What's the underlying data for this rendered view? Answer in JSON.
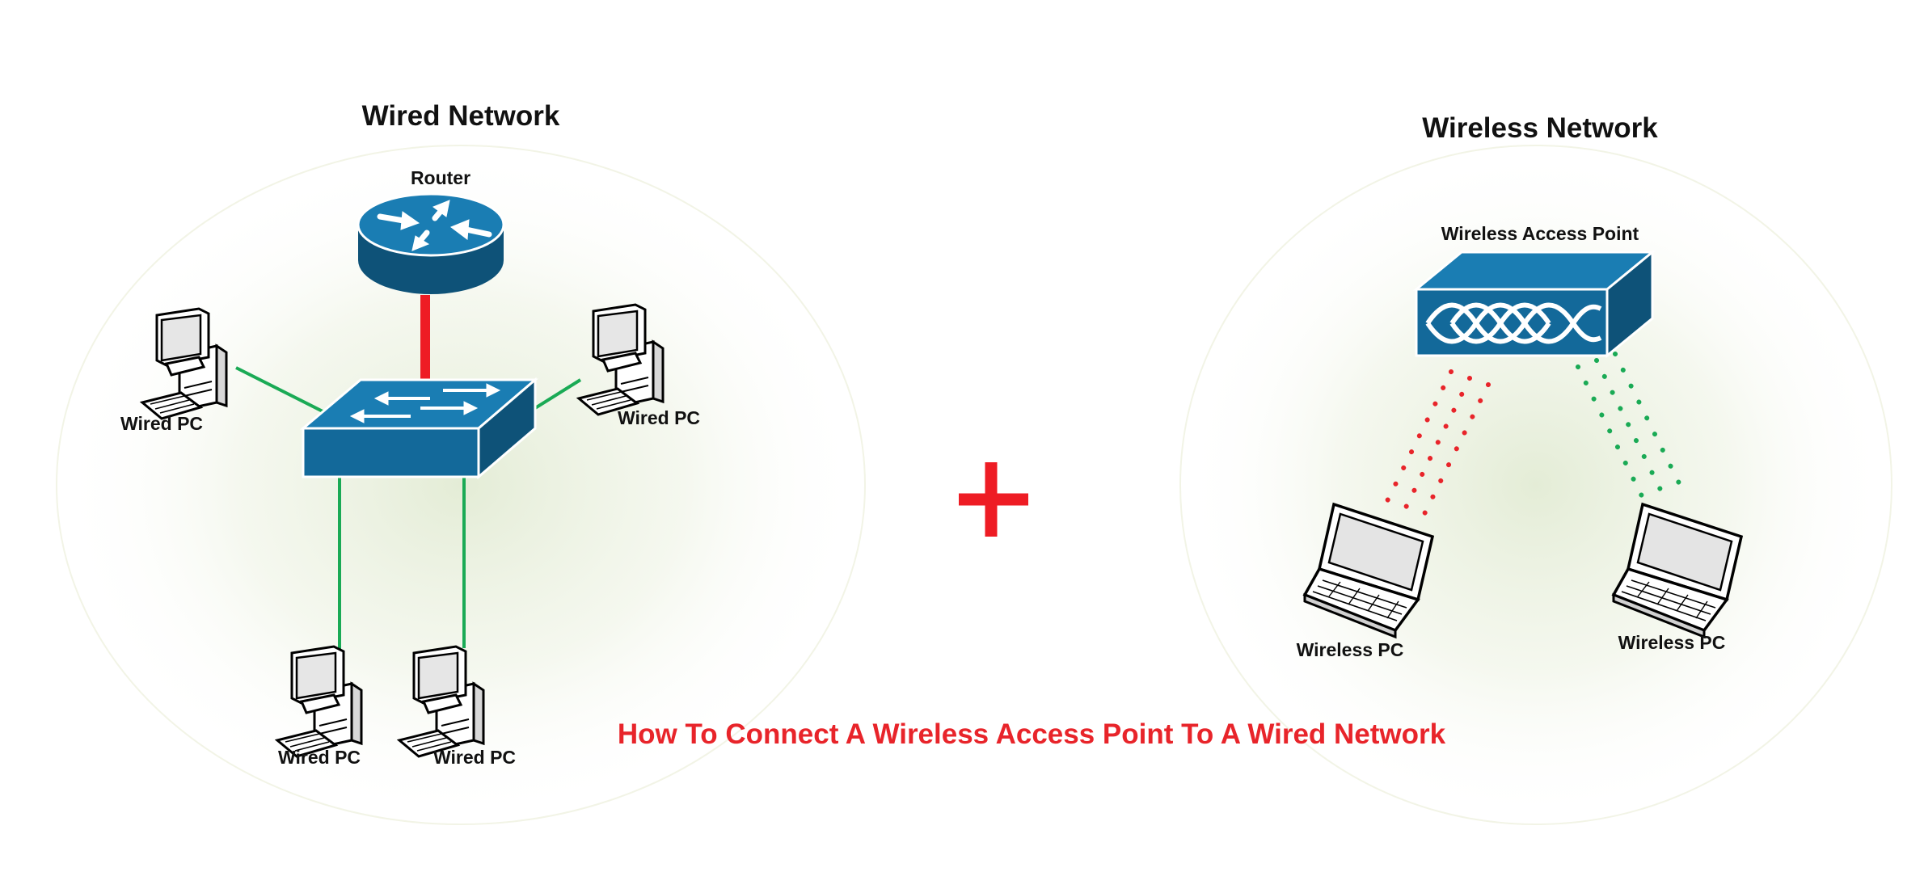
{
  "wired": {
    "title": "Wired Network",
    "router_label": "Router",
    "pc_labels": [
      "Wired PC",
      "Wired PC",
      "Wired PC",
      "Wired PC"
    ]
  },
  "wireless": {
    "title": "Wireless Network",
    "ap_label": "Wireless Access Point",
    "pc_labels": [
      "Wireless PC",
      "Wireless PC"
    ]
  },
  "caption": "How To Connect A Wireless Access Point To A Wired Network",
  "colors": {
    "device_blue": "#13699a",
    "device_top": "#1a7db3",
    "device_side": "#0e5278",
    "uplink": "#ee1c24",
    "ethernet": "#1aaa55",
    "signal_left": "#e8242a",
    "signal_right": "#1aaa55",
    "plus": "#ee1c24",
    "caption": "#e8242a"
  },
  "icons": {
    "router": "router-icon",
    "switch": "switch-icon",
    "access_point": "access-point-icon",
    "desktop": "desktop-pc-icon",
    "laptop": "laptop-icon",
    "combine": "plus-icon"
  }
}
